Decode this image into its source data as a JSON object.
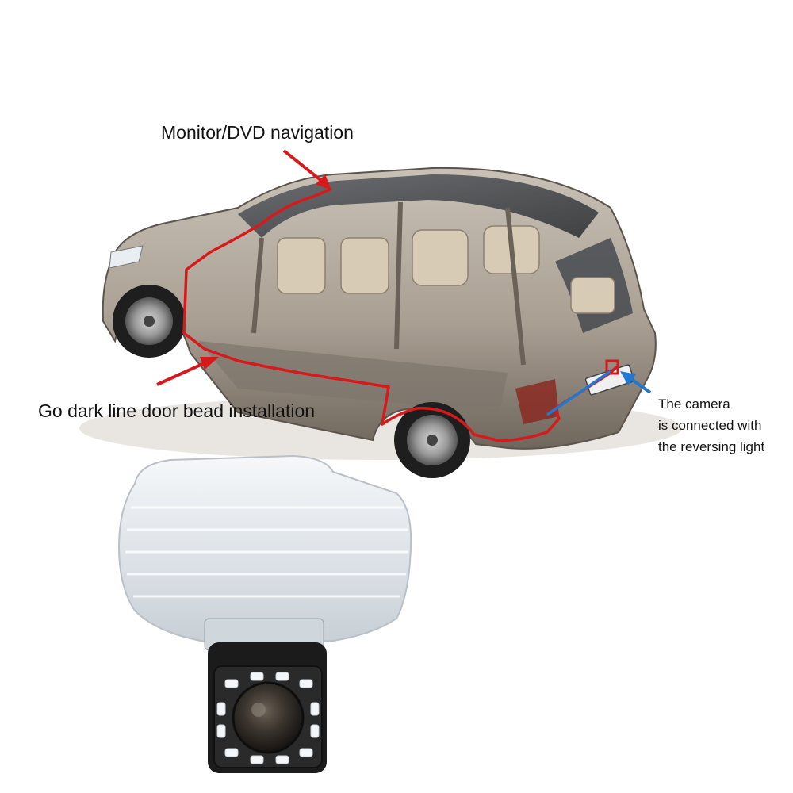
{
  "labels": {
    "monitor": "Monitor/DVD navigation",
    "bead": "Go dark line door bead installation",
    "camera_line1": "The camera",
    "camera_line2": "is connected with",
    "camera_line3": "the reversing light"
  },
  "colors": {
    "route": "#d7191c",
    "camera_arrow": "#1f78d1",
    "car_body": "#a99f93",
    "glass": "#3c3f44",
    "camera_housing": "#e6eaee",
    "camera_body": "#1b1b1b",
    "led": "#f4f7fa"
  },
  "icons": [
    "car-cutaway-illustration",
    "license-plate-camera-illustration"
  ]
}
